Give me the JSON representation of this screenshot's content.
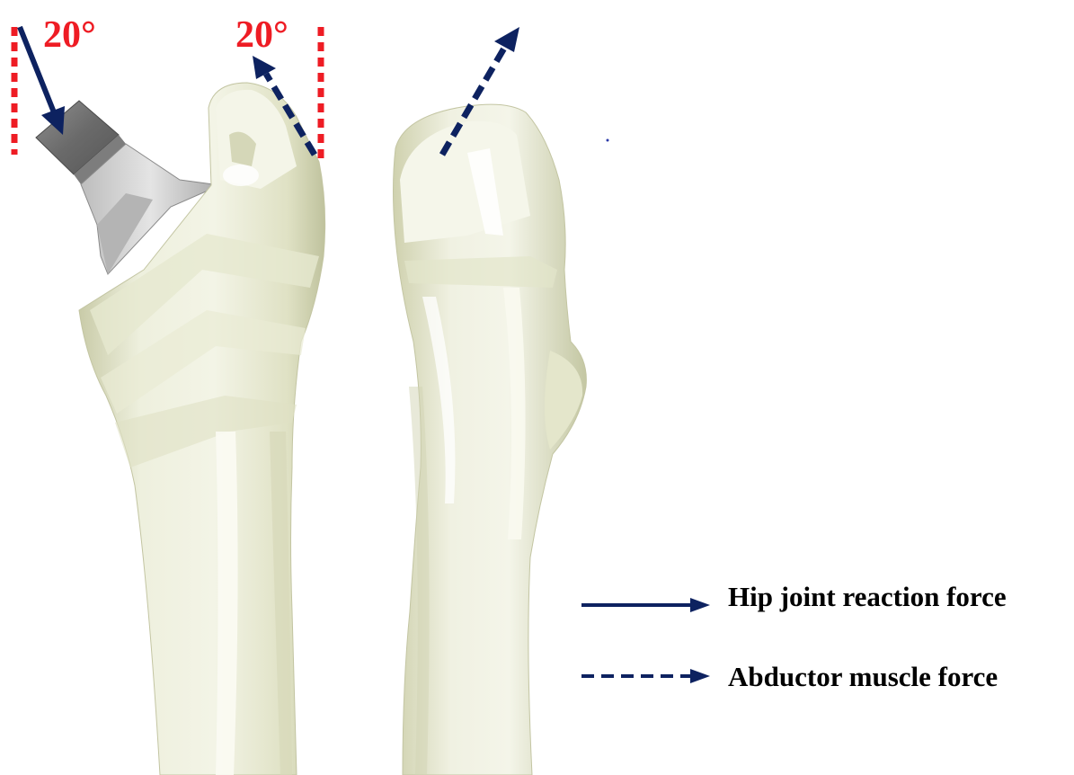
{
  "angles": {
    "left": "20°",
    "right": "20°"
  },
  "legend": {
    "hip_label": "Hip joint reaction force",
    "abductor_label": "Abductor muscle force"
  },
  "colors": {
    "arrow": "#0d2260",
    "angle_red": "#ee1c24",
    "bone_light": "#f1f2e3",
    "bone_mid": "#e0e2c7",
    "bone_shadow": "#b9bc97",
    "implant_dark": "#6e6e6e",
    "implant_light": "#c8c8c8"
  }
}
